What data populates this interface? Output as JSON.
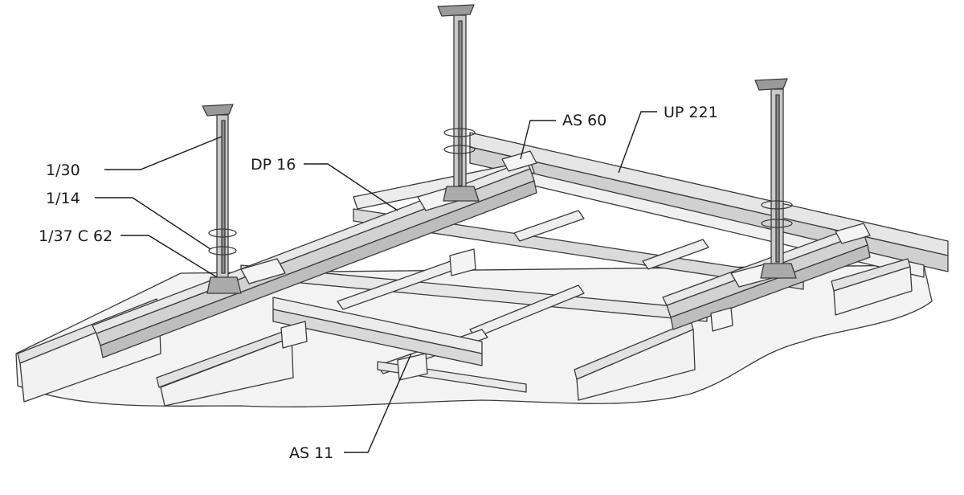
{
  "labels": {
    "hanger_top": "1/30",
    "spring_clip": "1/14",
    "anchor_clip": "1/37 C 62",
    "primary_profile": "DP 16",
    "cross_connector": "AS 60",
    "perimeter_profile": "UP 221",
    "secondary_connector": "AS 11"
  },
  "colors": {
    "line": "#1a1a1a",
    "metal_light": "#efefef",
    "metal_mid": "#d6d6d6",
    "metal_dark": "#b5b5b5",
    "board": "#f4f4f4"
  }
}
